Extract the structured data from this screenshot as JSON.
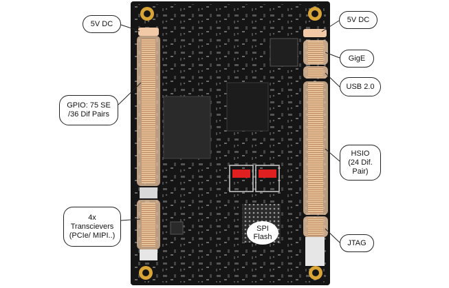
{
  "callouts": {
    "power_left": "5V DC",
    "power_right": "5V DC",
    "gige": "GigE",
    "usb": "USB 2.0",
    "gpio_line1": "GPIO: 75 SE",
    "gpio_line2": "/36 Dif Pairs",
    "hsio_line1": "HSIO",
    "hsio_line2": "(24 Dif.",
    "hsio_line3": "Pair)",
    "jtag": "JTAG",
    "transceivers_line1": "4x",
    "transceivers_line2": "Transcievers",
    "transceivers_line3": "(PCIe/ MIPI..)"
  },
  "board": {
    "spi_line1": "SPI",
    "spi_line2": "Flash"
  },
  "colors": {
    "pcb": "#151515",
    "connector": "#e9c39b",
    "highlight": "#f2c9a6",
    "mounting_pad": "#d9a536",
    "led_red": "#e02020",
    "callout_border": "#222222"
  }
}
